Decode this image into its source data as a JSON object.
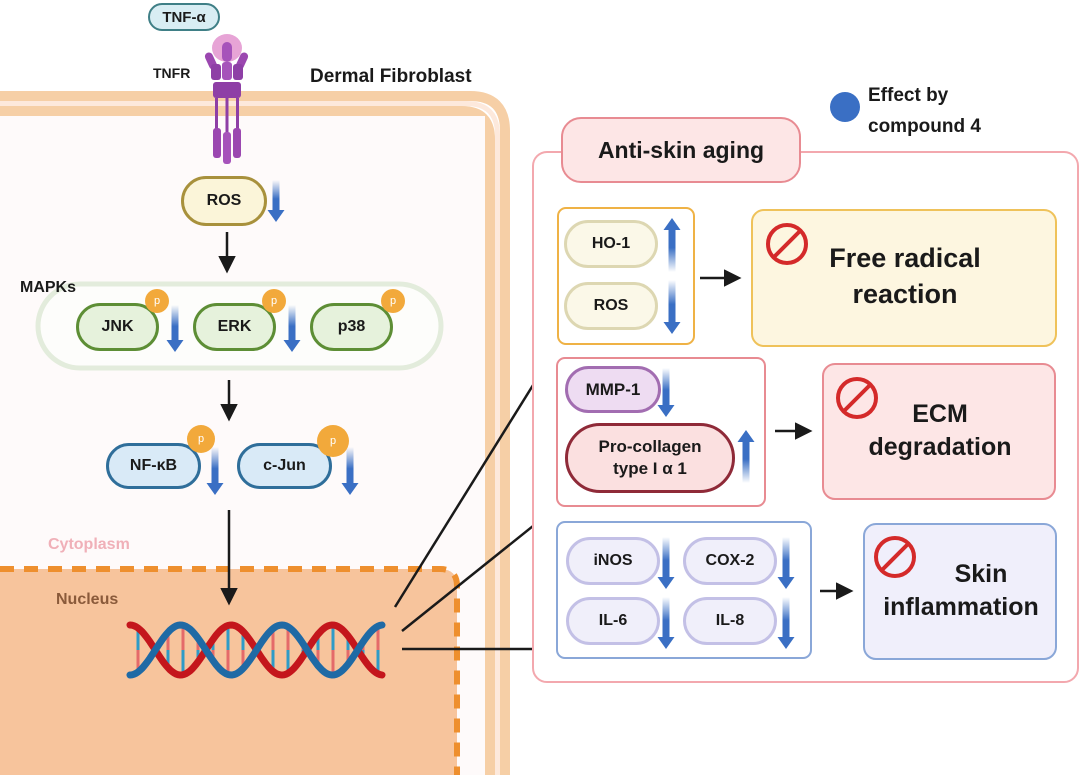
{
  "title": "Dermal Fibroblast",
  "ligand": "TNF-α",
  "receptor": "TNFR",
  "compartments": {
    "cytoplasm": "Cytoplasm",
    "nucleus": "Nucleus"
  },
  "pathway": {
    "ros": {
      "label": "ROS",
      "change": "down"
    },
    "mapks_label": "MAPKs",
    "mapks": [
      {
        "label": "JNK",
        "phospho": "p",
        "change": "down"
      },
      {
        "label": "ERK",
        "phospho": "p",
        "change": "down"
      },
      {
        "label": "p38",
        "phospho": "p",
        "change": "none"
      }
    ],
    "transcription_factors": [
      {
        "label": "NF-κB",
        "phospho": "p",
        "change": "down"
      },
      {
        "label": "c-Jun",
        "phospho": "p",
        "change": "down"
      }
    ]
  },
  "legend": {
    "label_line1": "Effect by",
    "label_line2": "compound 4",
    "color": "#3a6fc4"
  },
  "anti_aging": {
    "title": "Anti-skin aging",
    "groups": [
      {
        "markers": [
          {
            "label": "HO-1",
            "change": "up"
          },
          {
            "label": "ROS",
            "change": "down"
          }
        ],
        "outcome_line1": "Free radical",
        "outcome_line2": "reaction"
      },
      {
        "markers": [
          {
            "label": "MMP-1",
            "change": "down"
          },
          {
            "label_line1": "Pro-collagen",
            "label_line2": "type I α 1",
            "change": "up"
          }
        ],
        "outcome_line1": "ECM",
        "outcome_line2": "degradation"
      },
      {
        "markers": [
          {
            "label": "iNOS",
            "change": "down"
          },
          {
            "label": "COX-2",
            "change": "down"
          },
          {
            "label": "IL-6",
            "change": "down"
          },
          {
            "label": "IL-8",
            "change": "down"
          }
        ],
        "outcome_line1": "Skin",
        "outcome_line2": "inflammation"
      }
    ]
  },
  "colors": {
    "arrow_blue": "#3a6fc4",
    "membrane": "#f6cfa6",
    "nucleus_fill": "#f6c49b",
    "nucleus_border": "#ee8f2e",
    "phospho": "#f2a93b",
    "inhibit_red": "#d42a2a"
  }
}
